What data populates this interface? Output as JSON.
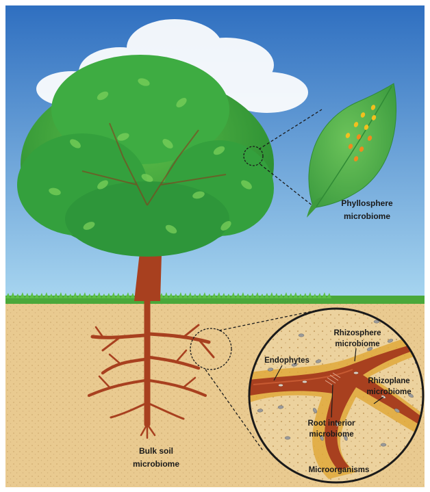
{
  "labels": {
    "phyllosphere_line1": "Phyllosphere",
    "phyllosphere_line2": "microbiome",
    "bulk_soil_line1": "Bulk soil",
    "bulk_soil_line2": "microbiome",
    "rhizosphere_line1": "Rhizosphere",
    "rhizosphere_line2": "microbiome",
    "endophytes": "Endophytes",
    "rhizoplane_line1": "Rhizoplane",
    "rhizoplane_line2": "microbiome",
    "root_interior_line1": "Root interior",
    "root_interior_line2": "microbiome",
    "microorganisms": "Microorganisms"
  },
  "colors": {
    "sky_top": "#2f6fc0",
    "sky_bottom": "#9fd0ee",
    "grass": "#4aa83a",
    "soil": "#e8c98e",
    "trunk": "#a8401f",
    "foliage": "#3aa845",
    "leaf": "#4cae4c",
    "rhizosphere_band": "#e0a93a"
  },
  "icons": {
    "cloud": "cloud-icon",
    "leaf": "leaf-icon",
    "root_zoom": "magnifier-circle-icon"
  }
}
